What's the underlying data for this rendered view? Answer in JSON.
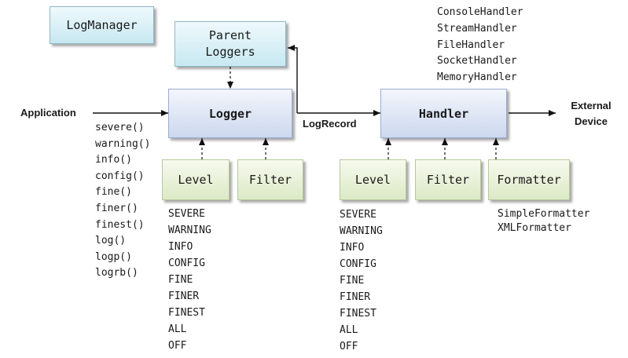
{
  "nodes": {
    "log_manager": "LogManager",
    "parent_loggers": "Parent\nLoggers",
    "logger": "Logger",
    "handler": "Handler",
    "logger_level": "Level",
    "logger_filter": "Filter",
    "handler_level": "Level",
    "handler_filter": "Filter",
    "formatter": "Formatter"
  },
  "labels": {
    "application": "Application",
    "log_record": "LogRecord",
    "external_device": "External\nDevice"
  },
  "logger_methods": [
    "severe()",
    "warning()",
    "info()",
    "config()",
    "fine()",
    "finer()",
    "finest()",
    "log()",
    "logp()",
    "logrb()"
  ],
  "logger_levels": [
    "SEVERE",
    "WARNING",
    "INFO",
    "CONFIG",
    "FINE",
    "FINER",
    "FINEST",
    "ALL",
    "OFF"
  ],
  "handler_levels": [
    "SEVERE",
    "WARNING",
    "INFO",
    "CONFIG",
    "FINE",
    "FINER",
    "FINEST",
    "ALL",
    "OFF"
  ],
  "handler_types": [
    "ConsoleHandler",
    "StreamHandler",
    "FileHandler",
    "SocketHandler",
    "MemoryHandler"
  ],
  "formatter_types": [
    "SimpleFormatter",
    "XMLFormatter"
  ]
}
